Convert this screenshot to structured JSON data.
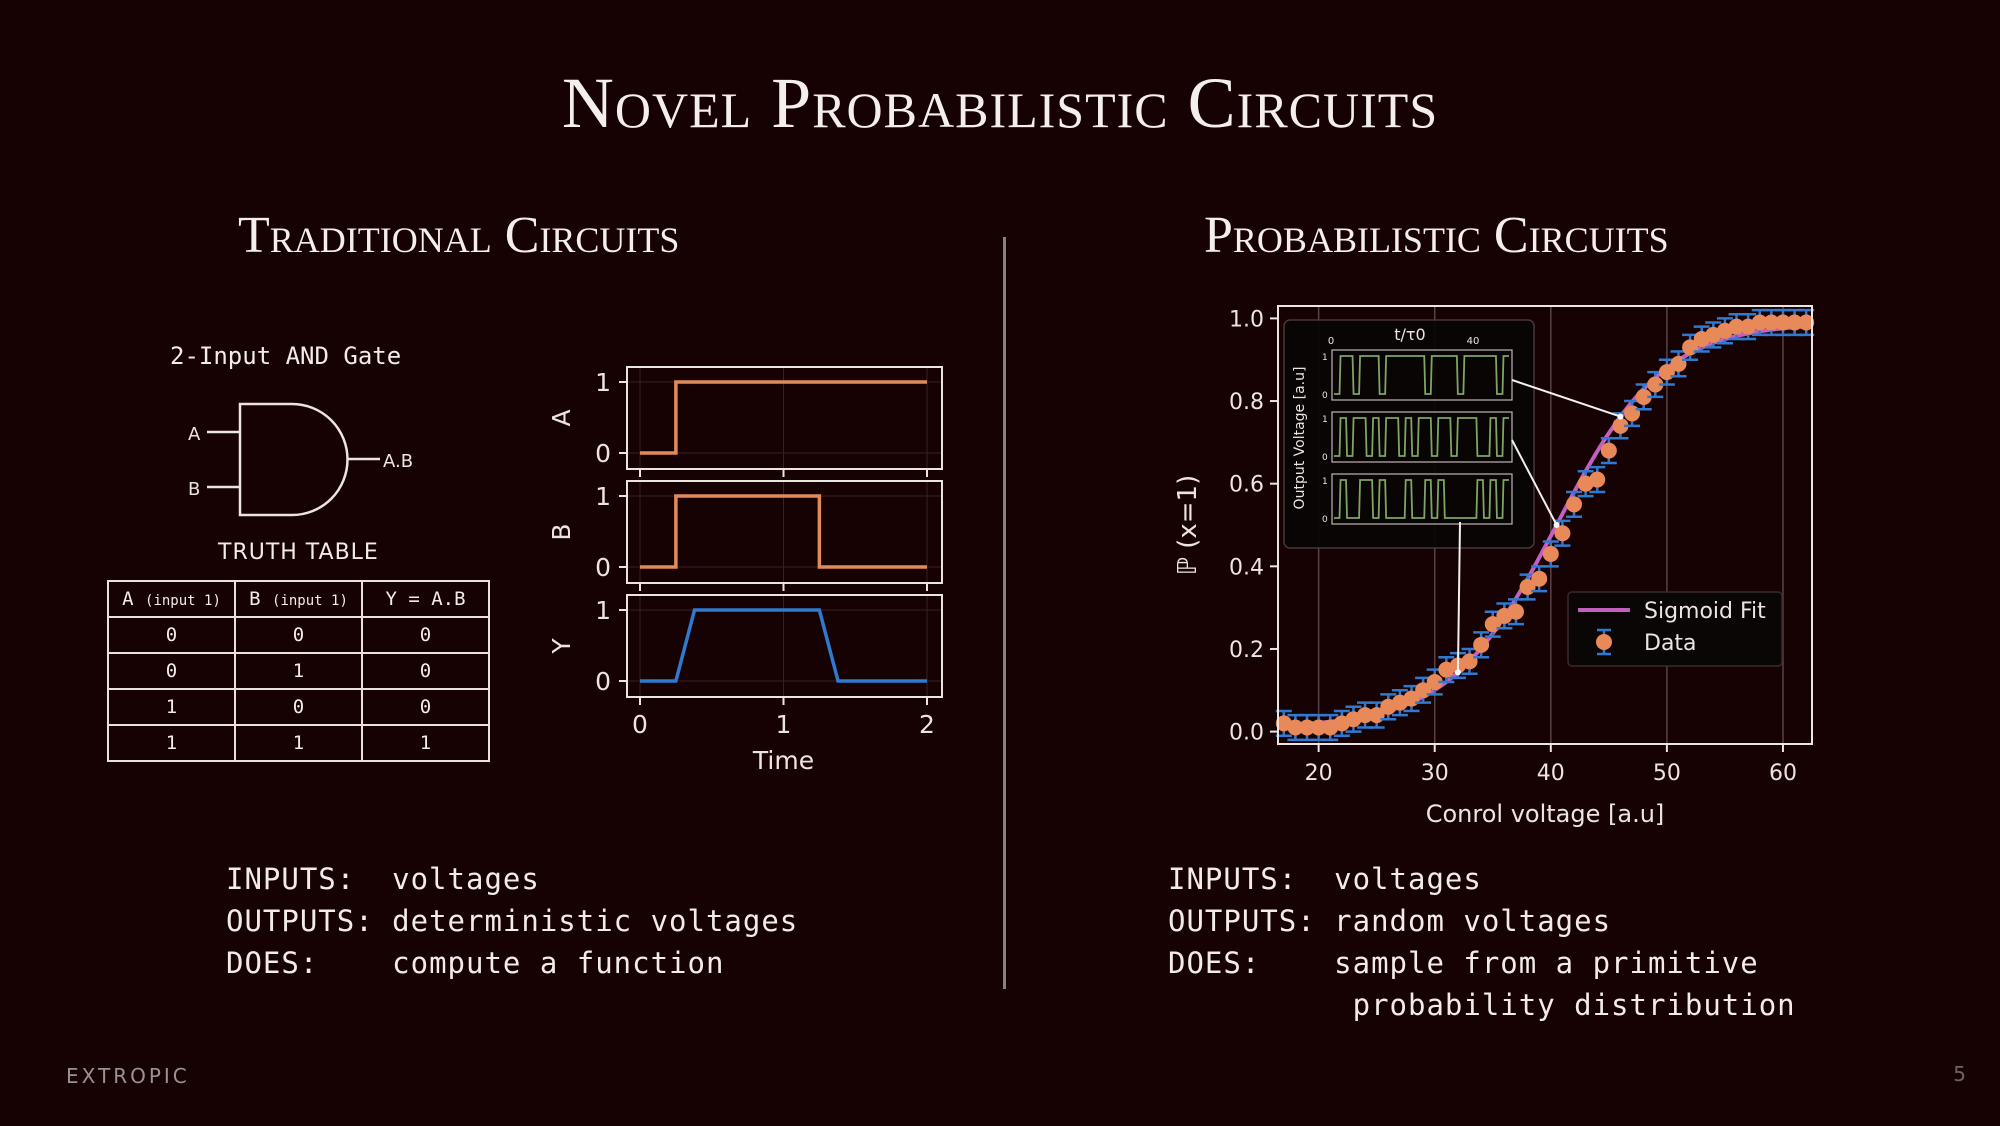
{
  "slide": {
    "title": "Novel Probabilistic Circuits",
    "page_number": "5",
    "logo": "EXTROPIC"
  },
  "left": {
    "heading": "Traditional Circuits",
    "gate": {
      "title": "2-Input AND Gate",
      "input_a": "A",
      "input_b": "B",
      "output": "A.B"
    },
    "truth_table": {
      "title": "TRUTH TABLE",
      "headers": [
        {
          "main": "A",
          "sub": "(input 1)"
        },
        {
          "main": "B",
          "sub": "(input 1)"
        },
        {
          "main": "Y = A.B",
          "sub": ""
        }
      ],
      "rows": [
        [
          "0",
          "0",
          "0"
        ],
        [
          "0",
          "1",
          "0"
        ],
        [
          "1",
          "0",
          "0"
        ],
        [
          "1",
          "1",
          "1"
        ]
      ]
    },
    "description": {
      "inputs_label": "INPUTS:",
      "inputs_value": "voltages",
      "outputs_label": "OUTPUTS:",
      "outputs_value": "deterministic voltages",
      "does_label": "DOES:",
      "does_value": "compute a function"
    }
  },
  "right": {
    "heading": "Probabilistic Circuits",
    "description": {
      "inputs_label": "INPUTS:",
      "inputs_value": "voltages",
      "outputs_label": "OUTPUTS:",
      "outputs_value": "random voltages",
      "does_label": "DOES:",
      "does_value_line1": "sample from a primitive",
      "does_value_line2": "probability distribution"
    }
  },
  "colors": {
    "background": "#170203",
    "signal_orange": "#e08a5a",
    "signal_blue": "#2f79d0",
    "sigmoid_purple": "#c25fc0",
    "data_orange": "#e8895a",
    "errorbar_blue": "#2f79d0",
    "inset_green": "#7fa463"
  },
  "chart_data": [
    {
      "type": "line",
      "title": "AND gate timing diagram",
      "xlabel": "Time",
      "x_ticks": [
        "0",
        "1",
        "2"
      ],
      "xlim": [
        0,
        2
      ],
      "series": [
        {
          "name": "A",
          "ylabel": "A",
          "y_ticks": [
            "0",
            "1"
          ],
          "points": [
            [
              0,
              0
            ],
            [
              0.25,
              0
            ],
            [
              0.25,
              1
            ],
            [
              2,
              1
            ]
          ]
        },
        {
          "name": "B",
          "ylabel": "B",
          "y_ticks": [
            "0",
            "1"
          ],
          "points": [
            [
              0,
              0
            ],
            [
              0.25,
              0
            ],
            [
              0.25,
              1
            ],
            [
              1.25,
              1
            ],
            [
              1.25,
              0
            ],
            [
              2,
              0
            ]
          ]
        },
        {
          "name": "Y",
          "ylabel": "Y",
          "y_ticks": [
            "0",
            "1"
          ],
          "points": [
            [
              0,
              0
            ],
            [
              0.25,
              0
            ],
            [
              0.38,
              1
            ],
            [
              1.25,
              1
            ],
            [
              1.38,
              0
            ],
            [
              2,
              0
            ]
          ]
        }
      ],
      "grid": true
    },
    {
      "type": "scatter",
      "title": "",
      "xlabel": "Conrol voltage [a.u]",
      "ylabel": "ℙ (x=1)",
      "xlim": [
        16.5,
        62.5
      ],
      "ylim": [
        -0.03,
        1.03
      ],
      "x_ticks": [
        "20",
        "30",
        "40",
        "50",
        "60"
      ],
      "y_ticks": [
        "0.0",
        "0.2",
        "0.4",
        "0.6",
        "0.8",
        "1.0"
      ],
      "legend": [
        "Sigmoid Fit",
        "Data"
      ],
      "legend_position": "lower right",
      "series": [
        {
          "name": "Sigmoid Fit",
          "kind": "line",
          "midpoint": 40.5,
          "scale": 4.6
        },
        {
          "name": "Data",
          "kind": "errorbar",
          "x": [
            17,
            18,
            19,
            20,
            21,
            22,
            23,
            24,
            25,
            26,
            27,
            28,
            29,
            30,
            31,
            32,
            33,
            34,
            35,
            36,
            37,
            38,
            39,
            40,
            41,
            42,
            43,
            44,
            45,
            46,
            47,
            48,
            49,
            50,
            51,
            52,
            53,
            54,
            55,
            56,
            57,
            58,
            59,
            60,
            61,
            62
          ],
          "y": [
            0.02,
            0.01,
            0.01,
            0.01,
            0.01,
            0.02,
            0.03,
            0.04,
            0.04,
            0.06,
            0.07,
            0.08,
            0.1,
            0.12,
            0.15,
            0.16,
            0.17,
            0.21,
            0.26,
            0.28,
            0.29,
            0.35,
            0.37,
            0.43,
            0.48,
            0.55,
            0.6,
            0.61,
            0.68,
            0.74,
            0.77,
            0.81,
            0.84,
            0.87,
            0.89,
            0.93,
            0.95,
            0.96,
            0.97,
            0.98,
            0.98,
            0.99,
            0.99,
            0.99,
            0.99,
            0.99
          ],
          "yerr": 0.03
        }
      ],
      "inset": {
        "title": "t/τ0",
        "x_ticks": [
          "0",
          "40"
        ],
        "ylabel": "Output Voltage [a.u]",
        "panels": 3,
        "y_ticks": [
          "0",
          "1"
        ],
        "pointers_to_x": [
          46,
          40.5,
          32
        ]
      },
      "grid": "vertical"
    }
  ]
}
